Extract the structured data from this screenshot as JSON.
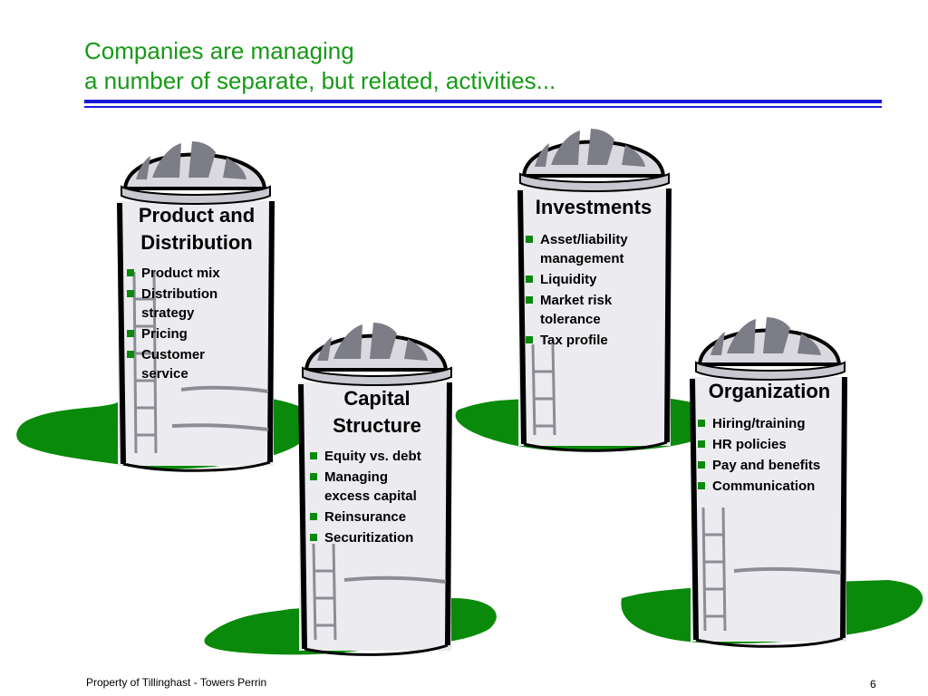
{
  "slide": {
    "title_line1": "Companies are managing",
    "title_line2": "a number of separate, but related, activities...",
    "footer": "Property of Tillinghast - Towers Perrin",
    "page_number": "6"
  },
  "colors": {
    "title": "#169a16",
    "rule": "#1a1ad6",
    "grass": "#0a8a0a",
    "bullet": "#0a8a0a"
  },
  "silos": [
    {
      "title_line1": "Product and",
      "title_line2": "Distribution",
      "items": [
        "Product mix",
        "Distribution strategy",
        "Pricing",
        "Customer service"
      ]
    },
    {
      "title_line1": "Investments",
      "title_line2": "",
      "items": [
        "Asset/liability management",
        "Liquidity",
        "Market risk tolerance",
        "Tax profile"
      ]
    },
    {
      "title_line1": "Capital",
      "title_line2": "Structure",
      "items": [
        "Equity vs. debt",
        "Managing excess capital",
        "Reinsurance",
        "Securitization"
      ]
    },
    {
      "title_line1": "Organization",
      "title_line2": "",
      "items": [
        "Hiring/training",
        "HR policies",
        "Pay and benefits",
        "Communication"
      ]
    }
  ]
}
